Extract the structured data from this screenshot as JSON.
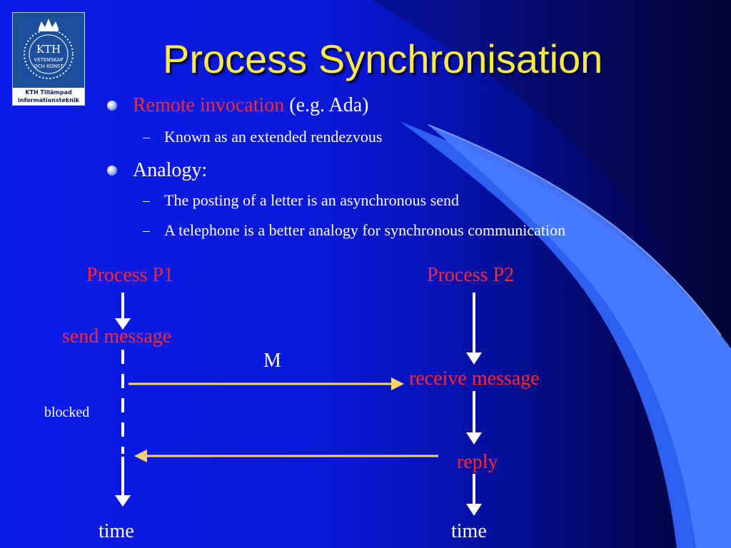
{
  "title": "Process Synchronisation",
  "logo": {
    "word": "KTH",
    "motto_line1": "VETENSKAP",
    "motto_line2": "OCH KONST",
    "caption_line1": "KTH Tillämpad",
    "caption_line2": "informationsteknik"
  },
  "bullets": {
    "b1_highlight": "Remote invocation",
    "b1_rest": " (e.g. Ada)",
    "b1_sub1": "Known as an extended rendezvous",
    "b2": "Analogy:",
    "b2_sub1": "The posting of a letter is an asynchronous send",
    "b2_sub2": "A telephone is a better analogy for synchronous communication",
    "sub_marker": "–"
  },
  "diagram": {
    "process1": "Process P1",
    "process2": "Process P2",
    "send": "send message",
    "message": "M",
    "receive": "receive message",
    "blocked": "blocked",
    "reply": "reply",
    "time1": "time",
    "time2": "time"
  },
  "colors": {
    "title": "#ffeb3b",
    "highlight": "#ff2a2a",
    "text": "#ffffff",
    "message_arrow": "#ffd36b",
    "background": "#0c1ce8",
    "swoosh": "#3a6cf0"
  }
}
